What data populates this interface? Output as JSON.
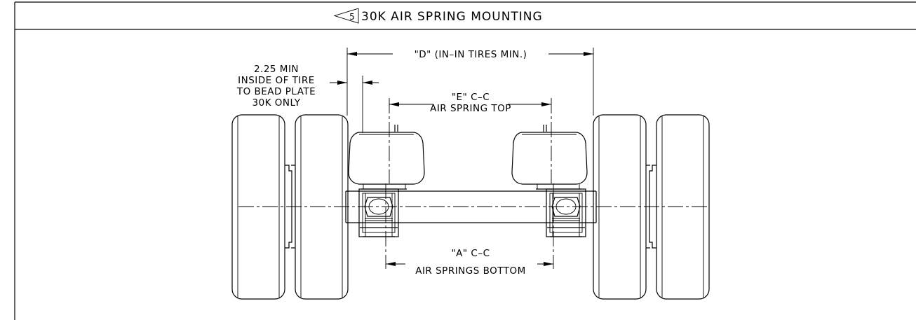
{
  "title": {
    "callout_number": "5",
    "text": "30K AIR SPRING MOUNTING"
  },
  "dimensions": {
    "d_label": "\"D\" (IN–IN TIRES MIN.)",
    "e_label_line1": "\"E\" C–C",
    "e_label_line2": "AIR SPRING TOP",
    "a_label_line1": "\"A\" C–C",
    "a_label_line2": "AIR SPRINGS BOTTOM"
  },
  "note": {
    "line1": "2.25 MIN",
    "line2": "INSIDE OF TIRE",
    "line3": "TO BEAD PLATE",
    "line4": "30K ONLY"
  }
}
